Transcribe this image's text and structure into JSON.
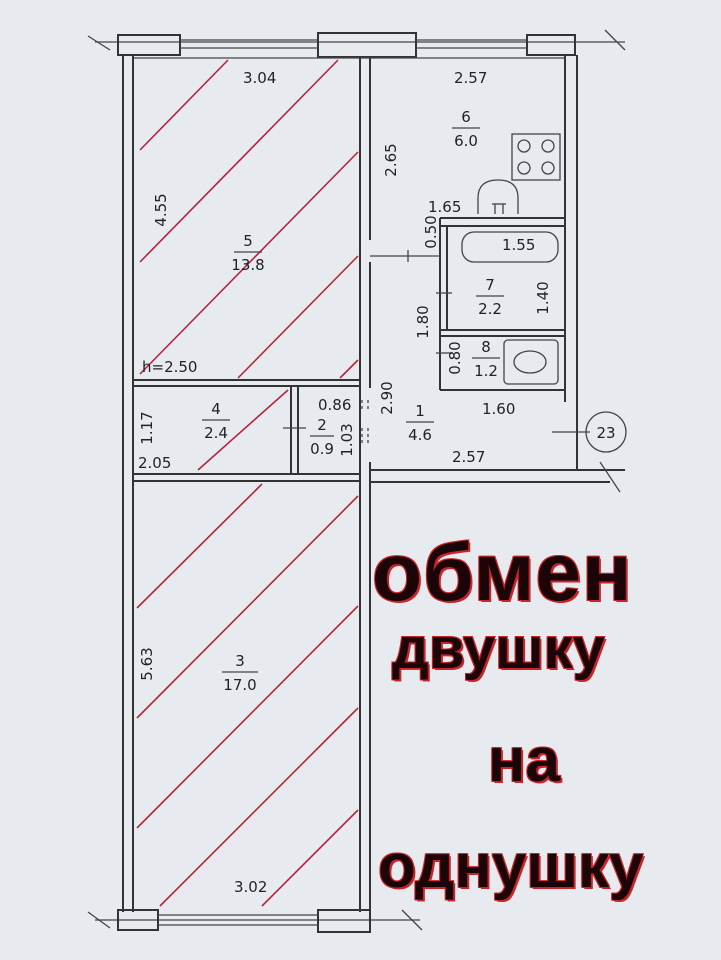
{
  "dimensions": {
    "room5_top": "3.04",
    "room6_top": "2.57",
    "room5_left": "4.55",
    "room6_left": "2.65",
    "kitchen_inner": "1.65",
    "wall_050": "0.50",
    "bath_width": "1.55",
    "bath_height": "1.40",
    "hall_180": "1.80",
    "wc_080": "0.80",
    "hall_160": "1.60",
    "ceiling": "h=2.50",
    "closet_086": "0.86",
    "hall_290": "2.90",
    "room4_left": "1.17",
    "closet_103": "1.03",
    "room4_bottom": "2.05",
    "hall_bottom": "2.57",
    "room3_left": "5.63",
    "room3_bottom": "3.02",
    "stair": "23"
  },
  "rooms": [
    {
      "id": "room-5",
      "num": "5",
      "area": "13.8"
    },
    {
      "id": "room-6",
      "num": "6",
      "area": "6.0"
    },
    {
      "id": "room-7",
      "num": "7",
      "area": "2.2"
    },
    {
      "id": "room-8",
      "num": "8",
      "area": "1.2"
    },
    {
      "id": "room-4",
      "num": "4",
      "area": "2.4"
    },
    {
      "id": "room-2",
      "num": "2",
      "area": "0.9"
    },
    {
      "id": "room-1",
      "num": "1",
      "area": "4.6"
    },
    {
      "id": "room-3",
      "num": "3",
      "area": "17.0"
    }
  ],
  "overlay": {
    "line1": "обмен",
    "line2": "двушку",
    "line3": "на",
    "line4": "однушку"
  },
  "colors": {
    "hatch": "#b3253a",
    "overlay_text": "#1b0508",
    "overlay_outline": "#c8242b"
  }
}
